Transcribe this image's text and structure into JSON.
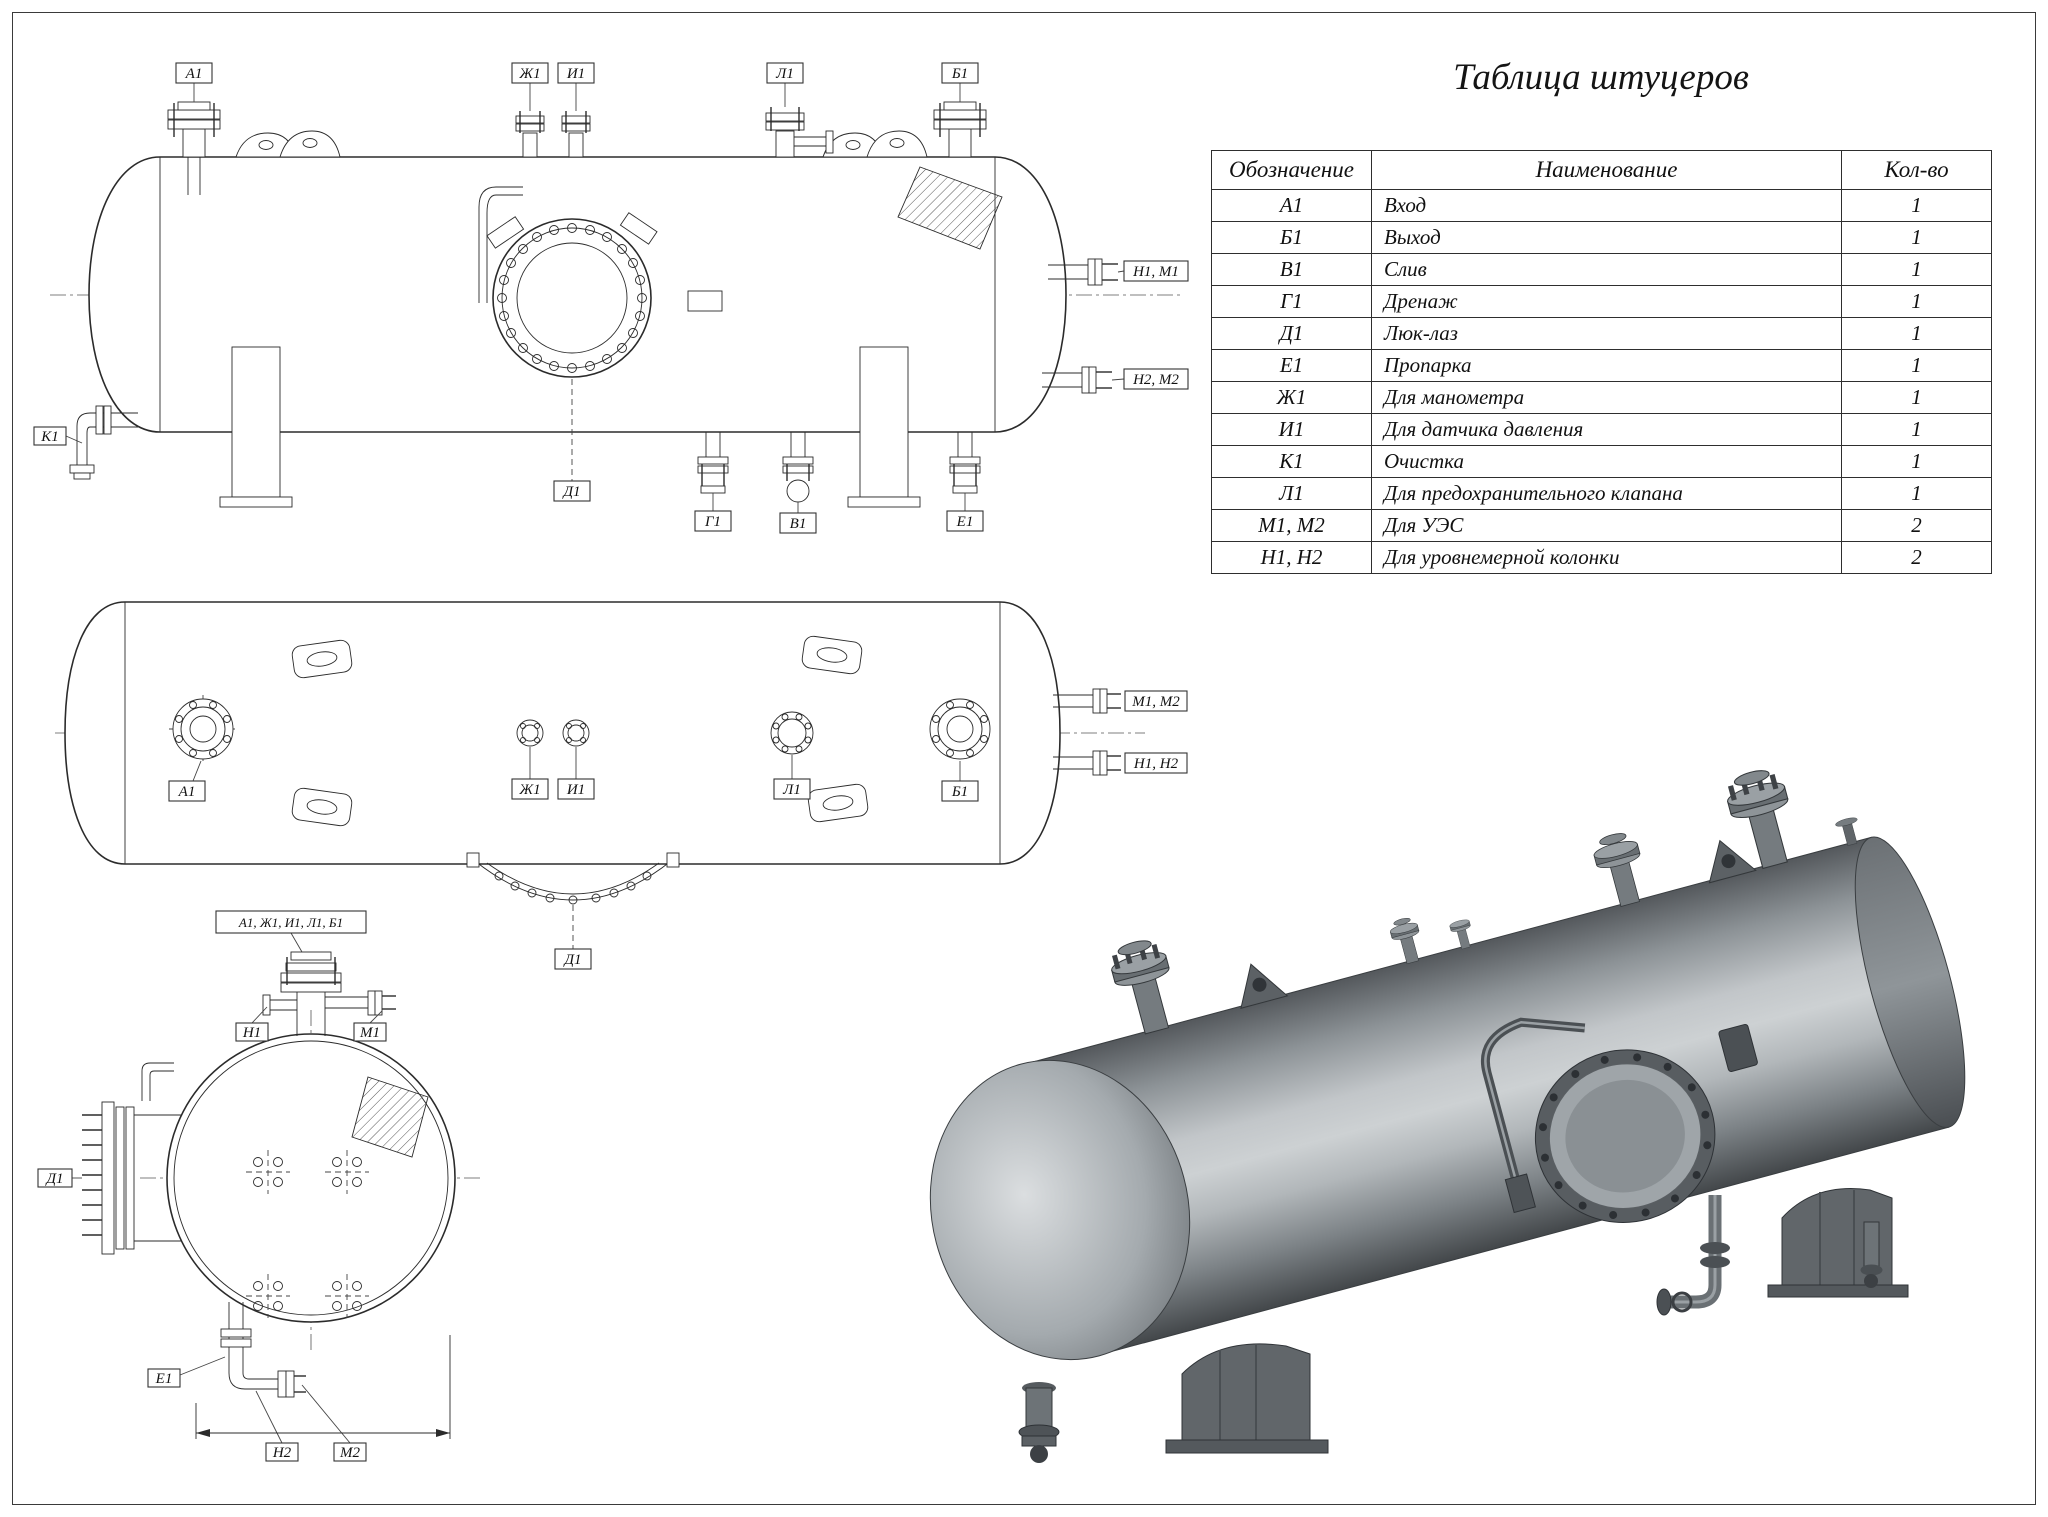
{
  "table": {
    "title": "Таблица штуцеров",
    "headers": [
      "Обозначение",
      "Наименование",
      "Кол-во"
    ],
    "rows": [
      [
        "А1",
        "Вход",
        "1"
      ],
      [
        "Б1",
        "Выход",
        "1"
      ],
      [
        "В1",
        "Слив",
        "1"
      ],
      [
        "Г1",
        "Дренаж",
        "1"
      ],
      [
        "Д1",
        "Люк-лаз",
        "1"
      ],
      [
        "Е1",
        "Пропарка",
        "1"
      ],
      [
        "Ж1",
        "Для манометра",
        "1"
      ],
      [
        "И1",
        "Для датчика давления",
        "1"
      ],
      [
        "К1",
        "Очистка",
        "1"
      ],
      [
        "Л1",
        "Для предохранительного клапана",
        "1"
      ],
      [
        "М1, М2",
        "Для УЭС",
        "2"
      ],
      [
        "Н1, Н2",
        "Для уровнемерной колонки",
        "2"
      ]
    ]
  },
  "callouts": {
    "a1": "А1",
    "b1": "Б1",
    "v1": "В1",
    "g1": "Г1",
    "d1": "Д1",
    "e1": "Е1",
    "zh1": "Ж1",
    "i1": "И1",
    "k1": "К1",
    "l1": "Л1",
    "n1m1": "Н1, М1",
    "n2m2": "Н2, М2",
    "m1m2": "М1, М2",
    "n1n2": "Н1, Н2",
    "n1": "Н1",
    "m1": "М1",
    "n2": "Н2",
    "m2": "М2",
    "cluster": "А1, Ж1, И1, Л1, Б1"
  }
}
